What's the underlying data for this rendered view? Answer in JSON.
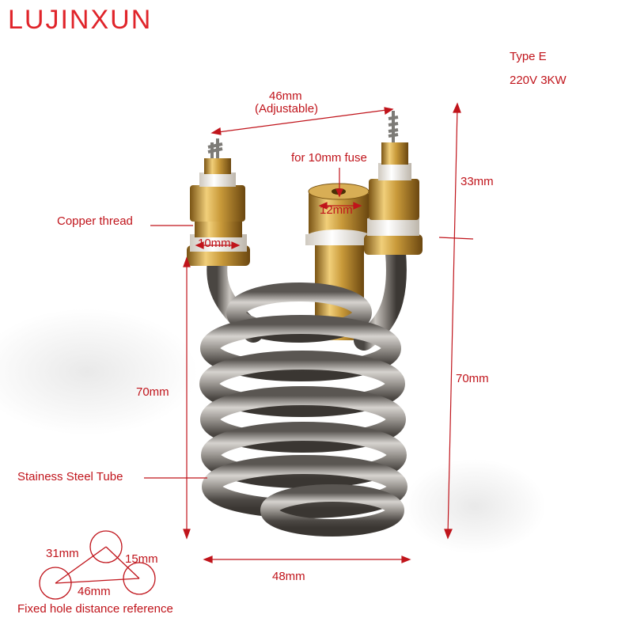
{
  "brand": {
    "name": "LUJINXUN",
    "color": "#e0242a"
  },
  "product": {
    "type": "Type E",
    "spec": "220V 3KW"
  },
  "annotations": {
    "terminal_spacing": "46mm",
    "terminal_spacing_note": "(Adjustable)",
    "fuse_note": "for 10mm fuse",
    "fuse_width": "12mm",
    "copper_thread": "Copper thread",
    "thread_width": "10mm",
    "top_height": "33mm",
    "total_height": "70mm",
    "coil_height": "70mm",
    "tube_material": "Stainess Steel Tube",
    "coil_width": "48mm"
  },
  "hole_diagram": {
    "side_a": "31mm",
    "side_b": "15mm",
    "side_c": "46mm",
    "caption": "Fixed hole distance reference"
  },
  "colors": {
    "label": "#c0141b",
    "steel": "#8c8a86",
    "brass": "#c99a3a",
    "ceramic": "#f3efe8"
  }
}
